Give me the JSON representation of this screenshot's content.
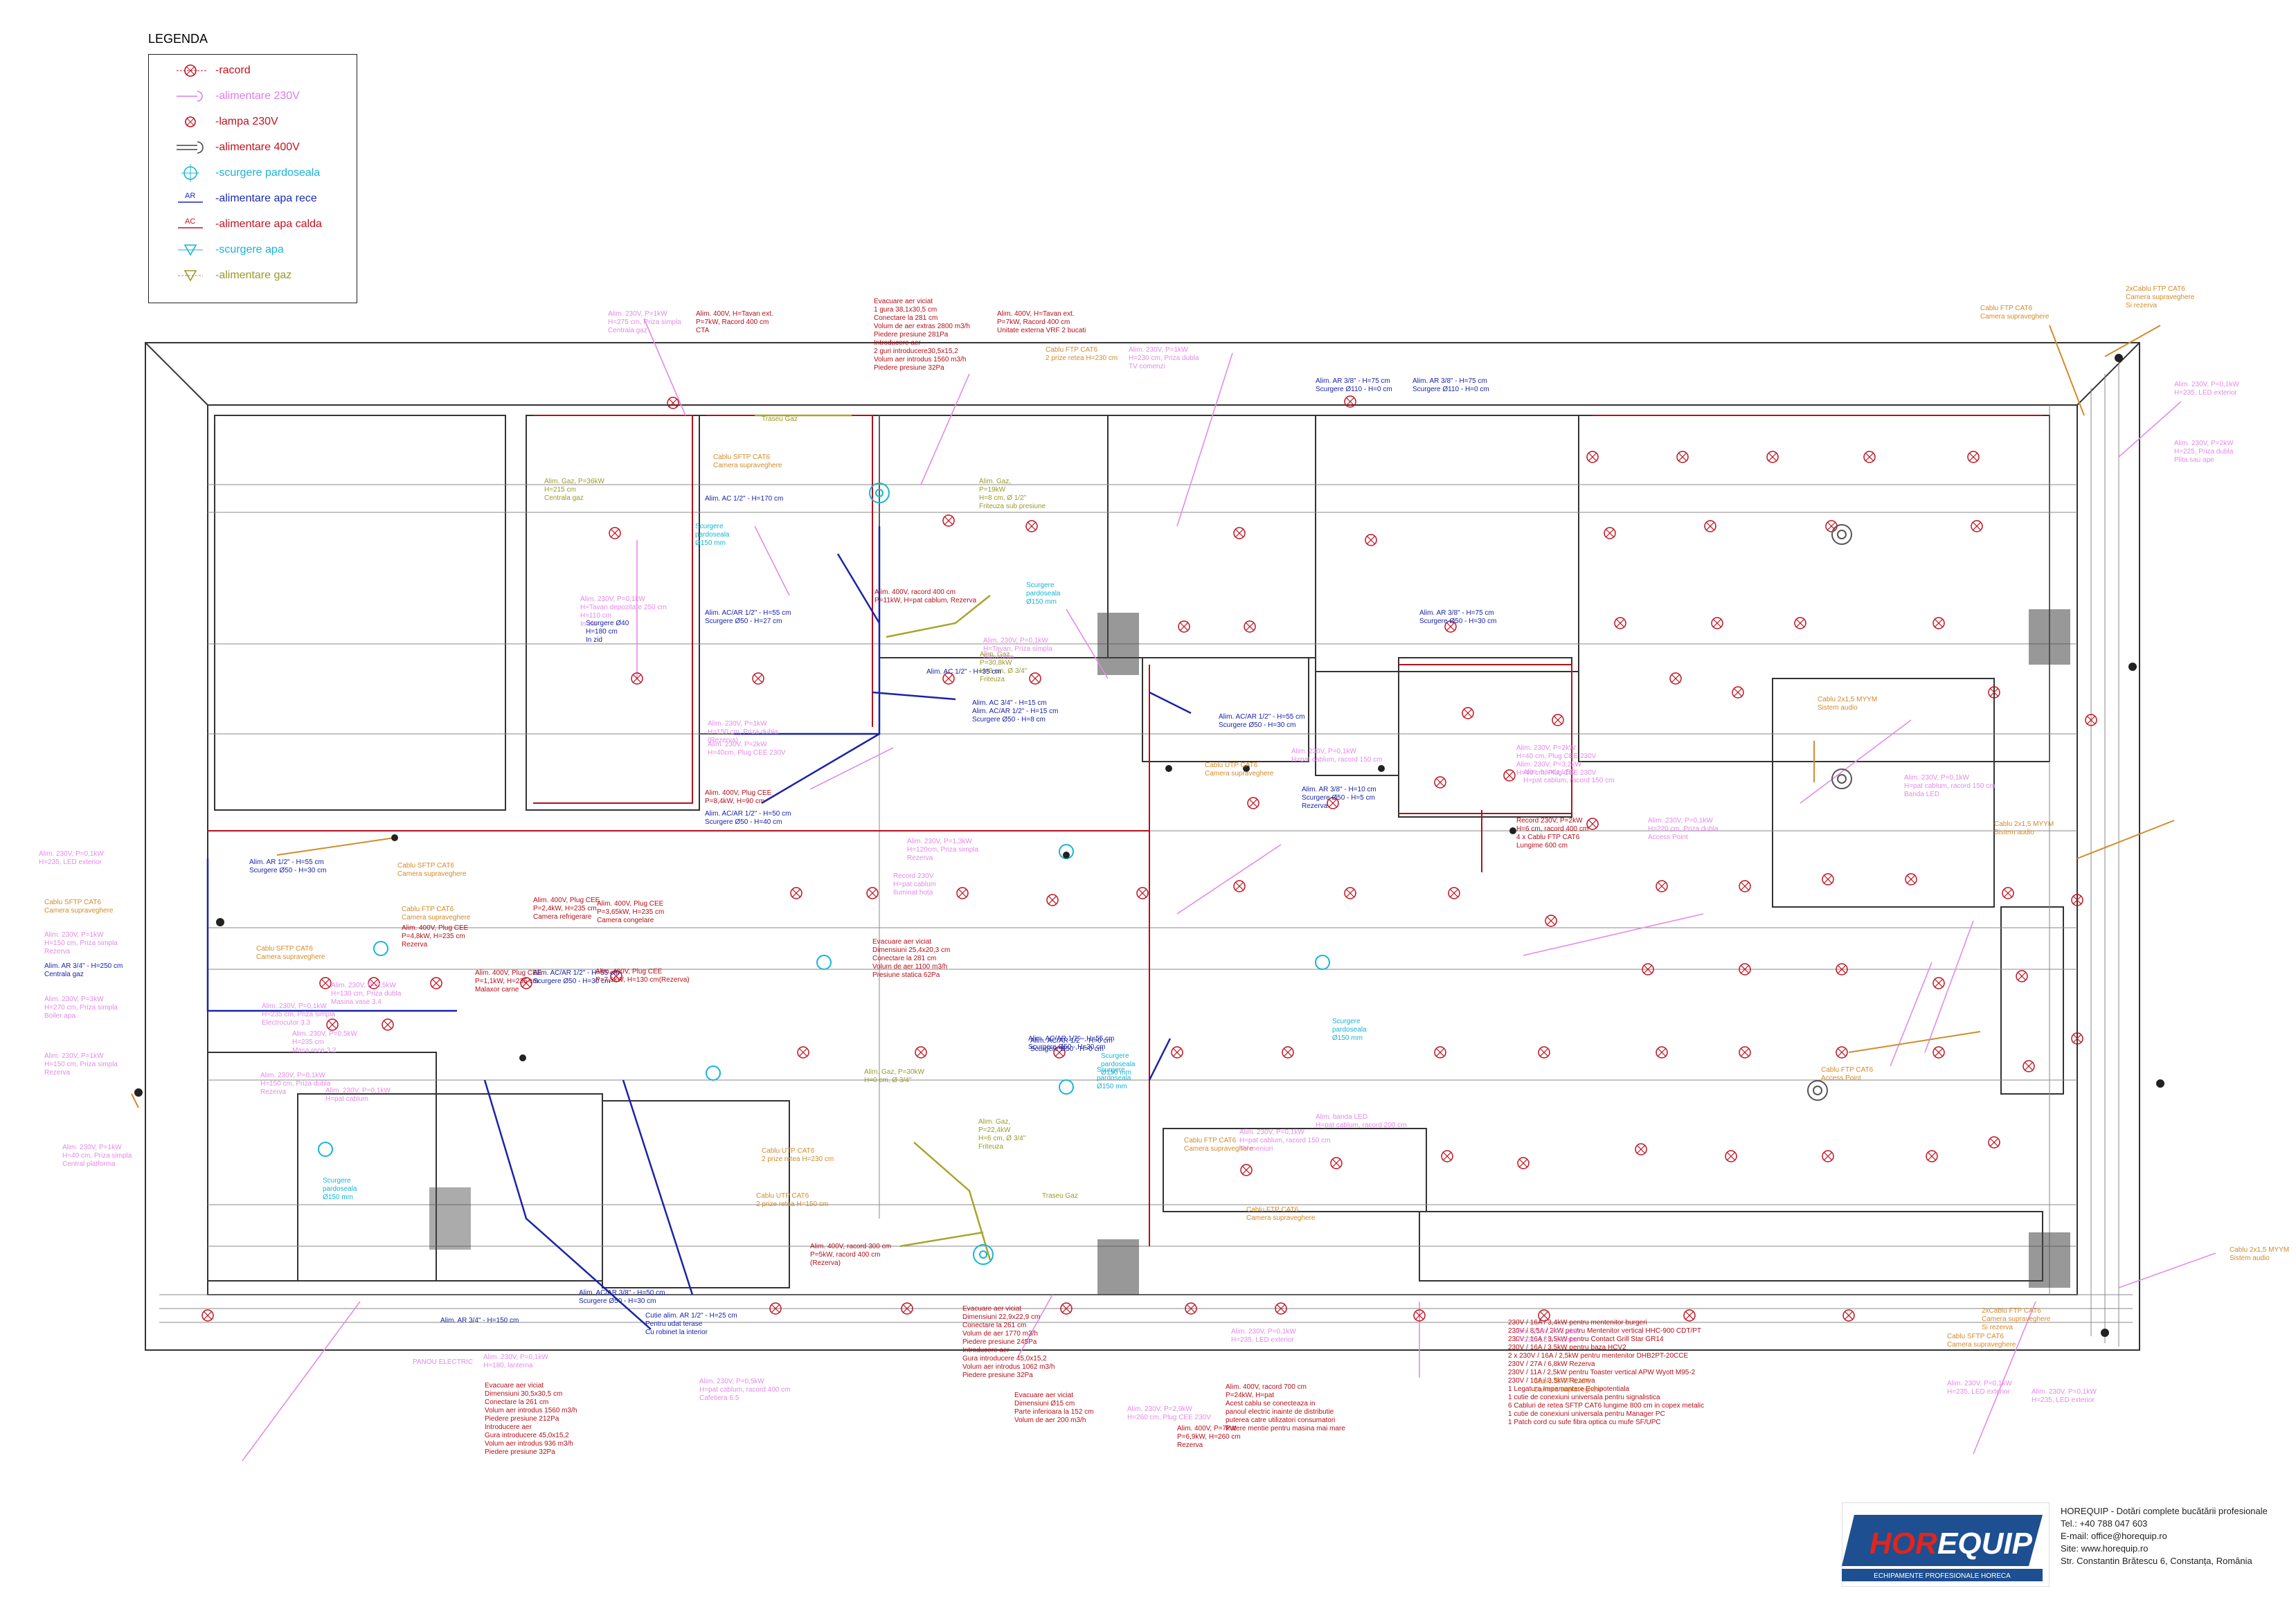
{
  "legend": {
    "title": "LEGENDA",
    "items": [
      {
        "label": "-racord",
        "color": "#c0121f",
        "symbol": "circle-x"
      },
      {
        "label": "-alimentare 230V",
        "color": "#e07ae8",
        "symbol": "outlet"
      },
      {
        "label": "-lampa 230V",
        "color": "#c0121f",
        "symbol": "lamp"
      },
      {
        "label": "-alimentare 400V",
        "color": "#c0121f",
        "symbol": "outlet-400"
      },
      {
        "label": "-scurgere pardoseala",
        "color": "#17b4d6",
        "symbol": "floor-drain"
      },
      {
        "label": "-alimentare apa rece",
        "color": "#1b2ab0",
        "symbol": "AR"
      },
      {
        "label": "-alimentare apa calda",
        "color": "#c0121f",
        "symbol": "AC"
      },
      {
        "label": "-scurgere apa",
        "color": "#17b4d6",
        "symbol": "drain"
      },
      {
        "label": "-alimentare gaz",
        "color": "#9a9a2a",
        "symbol": "gas"
      }
    ]
  },
  "labels": [
    {
      "c": "pink",
      "t": "Alim. 230V, P=1kW\nH=275 cm, Priza simpla\nCentrala gaz"
    },
    {
      "c": "red",
      "t": "Alim. 400V, H=Tavan ext.\nP=7kW, Racord 400 cm\nCTA"
    },
    {
      "c": "red",
      "t": "Evacuare aer viciat\n1 gura 38,1x30,5 cm\nConectare la 281 cm\nVolum de aer extras 2800 m3/h\nPiedere presiune 281Pa\nIntroducere aer\n2 guri introducere30,5x15,2\nVolum aer introdus 1560 m3/h\nPiedere presiune 32Pa"
    },
    {
      "c": "red",
      "t": "Alim. 400V, H=Tavan ext.\nP=7kW, Racord 400 cm\nUnitate externa VRF 2 bucati"
    },
    {
      "c": "orange",
      "t": "Cablu FTP CAT6\n2 prize retea H=230 cm"
    },
    {
      "c": "pink",
      "t": "Alim. 230V, P=1kW\nH=230 cm, Priza dubla\nTV comenzi"
    },
    {
      "c": "blue",
      "t": "Alim. AR 3/8\" - H=75 cm\nScurgere Ø110 - H=0 cm"
    },
    {
      "c": "blue",
      "t": "Alim. AR 3/8\" - H=75 cm\nScurgere Ø110 - H=0 cm"
    },
    {
      "c": "orange",
      "t": "Cablu FTP CAT6\nCamera supraveghere"
    },
    {
      "c": "orange",
      "t": "2xCablu FTP CAT6\nCamera supraveghere\nSi rezerva"
    },
    {
      "c": "pink",
      "t": "Alim. 230V, P=0,1kW\nH=235, LED exterior"
    },
    {
      "c": "pink",
      "t": "Alim. 230V, P=2kW\nH=225, Priza dubla\nPlita sau ape"
    },
    {
      "c": "olive",
      "t": "Alim. Gaz, P=36kW\nH=215 cm\nCentrala gaz"
    },
    {
      "c": "orange",
      "t": "Cablu SFTP CAT6\nCamera supraveghere"
    },
    {
      "c": "olive",
      "t": "Traseu Gaz"
    },
    {
      "c": "blue",
      "t": "Alim. AC 1/2\" - H=170 cm"
    },
    {
      "c": "cyan",
      "t": "Scurgere\npardoseala\nØ150 mm"
    },
    {
      "c": "pink",
      "t": "Alim. 230V, P=0,1kW\nH=Tavan depozitare 250 cm\nH=110 cm\nIn zid"
    },
    {
      "c": "blue",
      "t": "Scurgere Ø40\nH=180 cm\nIn zid"
    },
    {
      "c": "red",
      "t": "Alim. 400V, racord 400 cm\nP=11kW, H=pat cablum, Rezerva"
    },
    {
      "c": "blue",
      "t": "Alim. AC/AR 1/2\" - H=55 cm\nScurgere Ø50 - H=27 cm"
    },
    {
      "c": "olive",
      "t": "Alim. Gaz,\nP=30,8kW\nH=8 cm, Ø 3/4\"\nFriteuza"
    },
    {
      "c": "olive",
      "t": "Alim. Gaz,\nP=19kW\nH=8 cm, Ø 1/2\"\nFriteuza sub presiune"
    },
    {
      "c": "cyan",
      "t": "Scurgere\npardoseala\nØ150 mm"
    },
    {
      "c": "pink",
      "t": "Alim. 230V, P=0,1kW\nH=Tavan, Priza simpla\nFiltru hota"
    },
    {
      "c": "blue",
      "t": "Alim. AC 1/2\" - H=35 cm"
    },
    {
      "c": "blue",
      "t": "Alim. AC 3/4\" - H=15 cm\nAlim. AC/AR 1/2\" - H=15 cm\nScurgere Ø50 - H=8 cm"
    },
    {
      "c": "pink",
      "t": "Alim. 230V, P=1kW\nH=150 cm, Priza dubla\n(Rezerva)"
    },
    {
      "c": "pink",
      "t": "Alim. 230V, P=2kW\nH=40cm, Plug CEE 230V"
    },
    {
      "c": "red",
      "t": "Alim. 400V, Plug CEE\nP=8,4kW, H=90 cm"
    },
    {
      "c": "blue",
      "t": "Alim. AC/AR 1/2\" - H=50 cm\nScurgere Ø50 - H=40 cm"
    },
    {
      "c": "red",
      "t": "Evacuare aer viciat\nDimensiuni 25,4x20,3 cm\nConectare la 281 cm\nVolum de aer 1100 m3/h\nPresiune statica 62Pa"
    },
    {
      "c": "pink",
      "t": "Alim. 230V, P=1,3kW\nH=120cm, Priza simpla\nRezerva"
    },
    {
      "c": "pink",
      "t": "Record 230V\nH=pat cablum\nIluminat hota"
    },
    {
      "c": "blue",
      "t": "Alim. AC/AR 1/2\" - H=55 cm\nScurgere Ø50 - H=30 cm"
    },
    {
      "c": "orange",
      "t": "Cablu UTP CAT6\nCamera supraveghere"
    },
    {
      "c": "blue",
      "t": "Alim. AR 3/8\" - H=10 cm\nScurgere Ø50 - H=5 cm\nRezerva"
    },
    {
      "c": "blue",
      "t": "Alim. AR 3/8\" - H=75 cm\nScurgere Ø50 - H=30 cm"
    },
    {
      "c": "pink",
      "t": "Alim. 230V, P=0,1kW\nH=pat cablum, racord 150 cm"
    },
    {
      "c": "pink",
      "t": "Alim. 230V, P=2kW\nH=40 cm, Plug CEE 230V\nAlim. 230V, P=3,2kW\nH=40 cm, Plug CEE 230V"
    },
    {
      "c": "pink",
      "t": "Alim. banda LED\nH=pat cablum, racord 150 cm"
    },
    {
      "c": "red",
      "t": "Record 230V, P=2kW\nH=6 cm, racord 400 cm\n4 x Cablu FTP CAT6\nLungime 600 cm"
    },
    {
      "c": "pink",
      "t": "Alim. 230V, P=0,1kW\nH=220 cm, Priza dubla\nAccess Point"
    },
    {
      "c": "pink",
      "t": "Alim. 230V, P=0,1kW\nH=pat cablum, racord 150 cm\nBanda LED"
    },
    {
      "c": "orange",
      "t": "Cablu 2x1,5 MYYM\nSistem audio"
    },
    {
      "c": "orange",
      "t": "Cablu 2x1,5 MYYM\nSistem audio"
    },
    {
      "c": "orange",
      "t": "Cablu FTP CAT6\nAccess Point"
    },
    {
      "c": "orange",
      "t": "Cablu 2x1,5 MYYM\nSistem audio"
    },
    {
      "c": "pink",
      "t": "Alim. 230V, P=0,1kW\nH=235, LED exterior"
    },
    {
      "c": "blue",
      "t": "Alim. AR 1/2\" - H=55 cm\nScurgere Ø50 - H=30 cm"
    },
    {
      "c": "orange",
      "t": "Cablu SFTP CAT6\nCamera supraveghere"
    },
    {
      "c": "pink",
      "t": "Alim. 230V, P=1kW\nH=150 cm, Priza simpla\nRezerva"
    },
    {
      "c": "blue",
      "t": "Alim. AR 3/4\" - H=250 cm\nCentrala gaz"
    },
    {
      "c": "pink",
      "t": "Alim. 230V, P=3kW\nH=270 cm, Priza simpla\nBoiler apa"
    },
    {
      "c": "pink",
      "t": "Alim. 230V, P=1kW\nH=150 cm, Priza simpla\nRezerva"
    },
    {
      "c": "pink",
      "t": "Alim. 230V, P=1kW\nH=40 cm, Priza simpla\nCentral platforma"
    },
    {
      "c": "orange",
      "t": "Cablu SFTP CAT6\nCamera supraveghere"
    },
    {
      "c": "orange",
      "t": "Cablu SFTP CAT6\nCamera supraveghere"
    },
    {
      "c": "orange",
      "t": "Cablu FTP CAT6\nCamera supraveghere"
    },
    {
      "c": "red",
      "t": "Alim. 400V, Plug CEE\nP=2,4kW, H=235 cm\nCamera refrigerare"
    },
    {
      "c": "red",
      "t": "Alim. 400V, Plug CEE\nP=3,65kW, H=235 cm\nCamera congelare"
    },
    {
      "c": "red",
      "t": "Alim. 400V, Plug CEE\nP=4,8kW, H=235 cm\nRezerva"
    },
    {
      "c": "red",
      "t": "Alim. 400V, Plug CEE\nP=1,1kW, H=235 cm\nMalaxor carne"
    },
    {
      "c": "blue",
      "t": "Alim. AC/AR 1/2\" - H=55 cm\nScurgere Ø50 - H=30 cm"
    },
    {
      "c": "red",
      "t": "Alim. 400V, Plug CEE\nP=7,5kW, H=130 cm(Rezerva)"
    },
    {
      "c": "pink",
      "t": "Alim. 230V, P=0,5kW\nH=130 cm, Priza dubla\nMasina vase 3.4"
    },
    {
      "c": "pink",
      "t": "Alim. 230V, P=0,1kW\nH=235 cm, Priza simpla\nElectrocutor 3.3"
    },
    {
      "c": "pink",
      "t": "Alim. 230V, P=0,5kW\nH=235 cm\nMasa rece 3.2"
    },
    {
      "c": "pink",
      "t": "Alim. 230V, P=0,1kW\nH=150 cm, Priza dubla\nRezerva"
    },
    {
      "c": "pink",
      "t": "Alim. 230V, P=0,1kW\nH=pat cablum"
    },
    {
      "c": "cyan",
      "t": "Scurgere\npardoseala\nØ150 mm"
    },
    {
      "c": "olive",
      "t": "Alim. Gaz, P=30kW\nH=0 cm, Ø 3/4\""
    },
    {
      "c": "cyan",
      "t": "Scurgere\npardoseala\nØ150 mm"
    },
    {
      "c": "blue",
      "t": "Alim. AC/AR 1/2\" - H=0 cm\nScurgere Ø50 - H=0 cm"
    },
    {
      "c": "cyan",
      "t": "Scurgere\npardoseala\nØ150 mm"
    },
    {
      "c": "cyan",
      "t": "Scurgere\npardoseala\nØ150 mm"
    },
    {
      "c": "olive",
      "t": "Alim. Gaz,\nP=22,4kW\nH=6 cm, Ø 3/4\"\nFriteuza"
    },
    {
      "c": "olive",
      "t": "Traseu Gaz"
    },
    {
      "c": "orange",
      "t": "Cablu UTP CAT6\n2 prize retea H=230 cm"
    },
    {
      "c": "orange",
      "t": "Cablu UTP CAT6\n2 prize retea H=150 cm"
    },
    {
      "c": "orange",
      "t": "Cablu FTP CAT6\nCamera supraveghere"
    },
    {
      "c": "orange",
      "t": "Cablu FTP CAT6\nCamera supraveghere"
    },
    {
      "c": "pink",
      "t": "Alim. 230V, P=0,1kW\nH=pat cablum, racord 150 cm\nTV meniuri"
    },
    {
      "c": "pink",
      "t": "Alim. banda LED\nH=pat cablum, racord 200 cm"
    },
    {
      "c": "blue",
      "t": "Alim. AC/AR 1/2\" - H=55 cm\nScurgere Ø50 - H=30 cm"
    },
    {
      "c": "blue",
      "t": "Alim. AR 3/4\" - H=150 cm"
    },
    {
      "c": "blue",
      "t": "Alim. AC/AR 3/8\" - H=50 cm\nScurgere Ø50 - H=30 cm"
    },
    {
      "c": "blue",
      "t": "Cutie alim. AR 1/2\" - H=25 cm\nPentru udat terase\nCu robinet la interior"
    },
    {
      "c": "pink",
      "t": "Alim. 230V, P=0,1kW\nH=180, lanterna"
    },
    {
      "c": "pink",
      "t": "PANOU ELECTRIC"
    },
    {
      "c": "red",
      "t": "Evacuare aer viciat\nDimensiuni 30,5x30,5 cm\nConectare la 261 cm\nVolum aer introdus 1560 m3/h\nPiedere presiune 212Pa\nIntroducere aer\nGura introducere 45,0x15,2\nVolum aer introdus 936 m3/h\nPiedere presiune 32Pa"
    },
    {
      "c": "pink",
      "t": "Alim. 230V, P=0,5kW\nH=pat cablum, racord 400 cm\nCafetiera 6.5"
    },
    {
      "c": "red",
      "t": "Alim. 400V, racord 300 cm\nP=5kW, racord 400 cm\n(Rezerva)"
    },
    {
      "c": "red",
      "t": "Evacuare aer viciat\nDimensiuni 22,9x22,9 cm\nConectare la 261 cm\nVolum de aer 1770 m3/h\nPiedere presiune 245Pa\nIntroducere aer\nGura introducere 45,0x15,2\nVolum aer introdus 1062 m3/h\nPiedere presiune 32Pa"
    },
    {
      "c": "red",
      "t": "Evacuare aer viciat\nDimensiuni Ø15 cm\nParte inferioara la 152 cm\nVolum de aer 200 m3/h"
    },
    {
      "c": "red",
      "t": "Alim. 400V, P=7kW\nP=6,9kW, H=260 cm\nRezerva"
    },
    {
      "c": "pink",
      "t": "Alim. 230V, P=0,1kW\nH=235, LED exterior"
    },
    {
      "c": "pink",
      "t": "Alim. 230V, P=2,9kW\nH=260 cm, Plug CEE 230V"
    },
    {
      "c": "red",
      "t": "Alim. 400V, racord 700 cm\nP=24kW, H=pat\nAcest cablu se conecteaza in\npanoul electric inainte de distributie\nputerea catre utilizatori consumatori\nPutere mentie pentru masina mai mare"
    },
    {
      "c": "red",
      "t": "230V / 16A / 3,4kW pentru mentenitor burgeri\n230V / 8,5A / 2kW pentru Mentenitor vertical HHC-900 CDT/PT\n230V / 16A / 3,5kW pentru Contact Grill Star GR14\n230V / 16A / 3,5kW pentru baza HCV2\n2 x 230V / 16A / 2,5kW pentru mentenitor DHB2PT-20CCE\n230V / 27A / 6,8kW Rezerva\n230V / 11A / 2,5kW pentru Toaster vertical APW Wyott M95-2\n230V / 16A / 3,5kW Rezerva\n1 Legatura Impamantare Echipotentiala\n1 cutie de conexiuni universala pentru signalistica\n6 Cabluri de retea SFTP CAT6 lungime 800 cm in copex metalic\n1 cutie de conexiuni universala pentru Manager PC\n1 Patch cord cu sufe fibra optica cu mufe SF/UPC"
    },
    {
      "c": "pink",
      "t": "Alim. 230V, P=0,1kW\nH=235, LED exterior"
    },
    {
      "c": "orange",
      "t": "Cablu SFTP CAT6\nCamera supraveghere"
    },
    {
      "c": "orange",
      "t": "Cablu SFTP CAT6\nCamera supraveghere"
    },
    {
      "c": "orange",
      "t": "2xCablu FTP CAT6\nCamera supraveghere\nSi rezerva"
    },
    {
      "c": "pink",
      "t": "Alim. 230V, P=0,1kW\nH=235, LED exterior"
    },
    {
      "c": "pink",
      "t": "Alim. 230V, P=0,1kW\nH=235, LED exterior"
    }
  ],
  "company": {
    "logo": "HOREQUIP",
    "tagline": "ECHIPAMENTE PROFESIONALE HORECA",
    "lines": [
      "HOREQUIP - Dotări complete bucătării profesionale",
      "Tel.: +40 788 047 603",
      "E-mail: office@horequip.ro",
      "Site: www.horequip.ro",
      "Str. Constantin Brătescu 6, Constanța, România"
    ],
    "brand_color": "#1d4f91",
    "accent_color": "#e1251b"
  }
}
